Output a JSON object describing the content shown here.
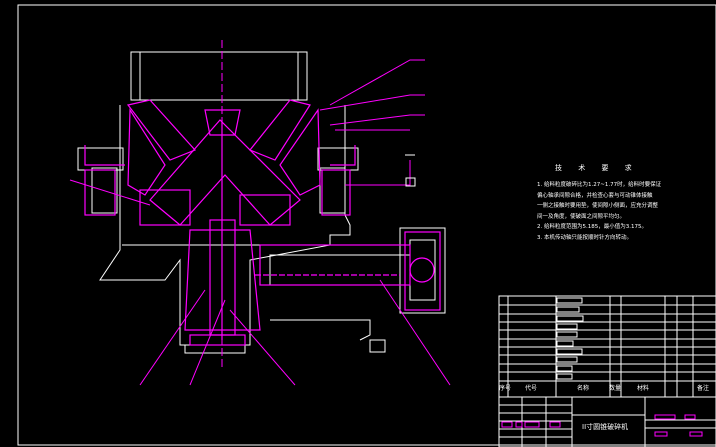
{
  "technical_requirements": {
    "title": "技 术 要 求",
    "items": [
      "1. 给料粒度破碎比为1.27~1.77时，给料时要保证",
      "偏心轴承间隙合格，并检查心套与可动锥体接触",
      "一侧之接触时要用垫，使间隙小侧面，应充分调整",
      "间一及角度，使破面之间隙平均匀。",
      "2. 给料粒度范围为5.185，最小值为3.175。",
      "3. 本机传动轴只能按顺时针方向转动。"
    ]
  },
  "title_block": {
    "drawing_title": "II寸圆锥破碎机",
    "col_labels": [
      "序号",
      "代号",
      "名称",
      "数量",
      "材料",
      "备注"
    ]
  },
  "colors": {
    "outline": "#ffffff",
    "parts": "#ff00ff",
    "hatch": "#ff00ff",
    "background": "#000000"
  }
}
